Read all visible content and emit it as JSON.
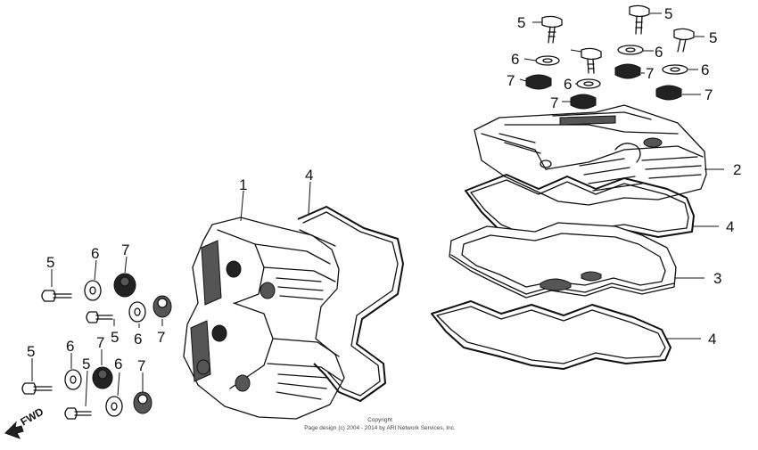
{
  "diagram": {
    "callouts": [
      {
        "id": "c5a",
        "label": "5"
      },
      {
        "id": "c5b",
        "label": "5"
      },
      {
        "id": "c5c",
        "label": "5"
      },
      {
        "id": "c6a",
        "label": "6"
      },
      {
        "id": "c6b",
        "label": "6"
      },
      {
        "id": "c6c",
        "label": "6"
      },
      {
        "id": "c6d",
        "label": "6"
      },
      {
        "id": "c7a",
        "label": "7"
      },
      {
        "id": "c7b",
        "label": "7"
      },
      {
        "id": "c7c",
        "label": "7"
      },
      {
        "id": "c7d",
        "label": "7"
      },
      {
        "id": "c2",
        "label": "2"
      },
      {
        "id": "c4a",
        "label": "4"
      },
      {
        "id": "c3",
        "label": "3"
      },
      {
        "id": "c4b",
        "label": "4"
      },
      {
        "id": "c1",
        "label": "1"
      },
      {
        "id": "c4c",
        "label": "4"
      },
      {
        "id": "l5a",
        "label": "5"
      },
      {
        "id": "l6a",
        "label": "6"
      },
      {
        "id": "l7a",
        "label": "7"
      },
      {
        "id": "l5b",
        "label": "5"
      },
      {
        "id": "l6b",
        "label": "6"
      },
      {
        "id": "l7b",
        "label": "7"
      },
      {
        "id": "l5c",
        "label": "5"
      },
      {
        "id": "l6c",
        "label": "6"
      },
      {
        "id": "l7c",
        "label": "7"
      },
      {
        "id": "l5d",
        "label": "5"
      },
      {
        "id": "l6d",
        "label": "6"
      },
      {
        "id": "l7d",
        "label": "7"
      }
    ],
    "direction_label": "FWD",
    "copyright_title": "Copyright",
    "copyright_text": "Page design (c) 2004 - 2014 by ARI Network Services, Inc."
  }
}
